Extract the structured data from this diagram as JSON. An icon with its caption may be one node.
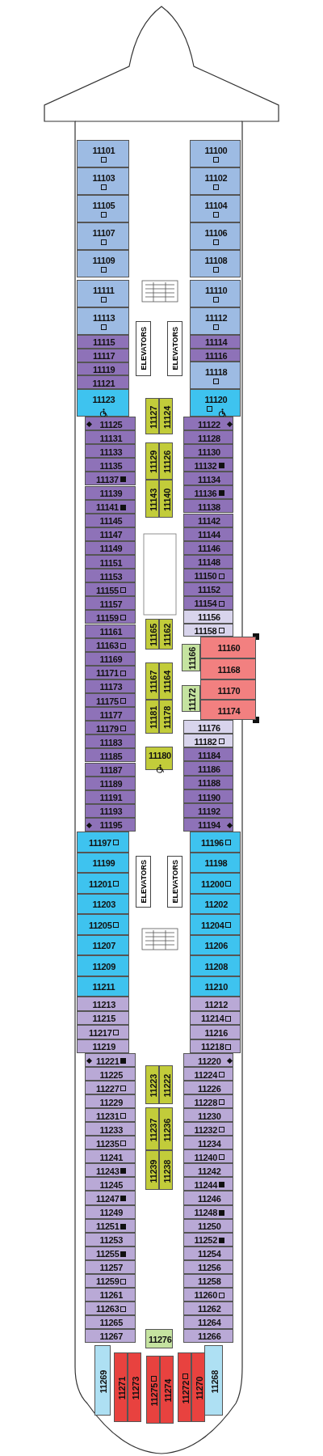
{
  "diagram": {
    "nodes": [
      {
        "text": [
          "11101"
        ]
      },
      {
        "text": [
          "11103"
        ]
      },
      {
        "text": [
          "11105"
        ]
      },
      {
        "text": [
          "11107"
        ]
      },
      {
        "text": [
          "11109"
        ]
      },
      {
        "text": [
          "11100"
        ]
      },
      {
        "text": [
          "11102"
        ]
      },
      {
        "text": [
          "11104"
        ]
      },
      {
        "text": [
          "11106"
        ]
      },
      {
        "text": [
          "11108"
        ]
      },
      {
        "text": [
          "11111"
        ]
      },
      {
        "text": [
          "11113"
        ]
      },
      {
        "text": [
          "11110"
        ]
      },
      {
        "text": [
          "11112"
        ]
      },
      {
        "text": [
          "11115"
        ]
      },
      {
        "text": [
          "11117"
        ]
      },
      {
        "text": [
          "11119"
        ]
      },
      {
        "text": [
          "11121"
        ]
      },
      {
        "text": [
          "11114"
        ]
      },
      {
        "text": [
          "11116"
        ]
      },
      {
        "text": [
          "11118"
        ]
      },
      {
        "text": [
          "11123"
        ]
      },
      {
        "text": [
          "11120"
        ]
      },
      {
        "text": [
          "11127"
        ]
      },
      {
        "text": [
          "11124"
        ]
      },
      {
        "text": [
          "11129"
        ]
      },
      {
        "text": [
          "11126"
        ]
      },
      {
        "text": [
          "11143"
        ]
      },
      {
        "text": [
          "11140"
        ]
      },
      {
        "text": [
          "11125"
        ]
      },
      {
        "text": [
          "11131"
        ]
      },
      {
        "text": [
          "11133"
        ]
      },
      {
        "text": [
          "11135"
        ]
      },
      {
        "text": [
          "11137"
        ]
      },
      {
        "text": [
          "11139"
        ]
      },
      {
        "text": [
          "11141"
        ]
      },
      {
        "text": [
          "11145"
        ]
      },
      {
        "text": [
          "11147"
        ]
      },
      {
        "text": [
          "11149"
        ]
      },
      {
        "text": [
          "11151"
        ]
      },
      {
        "text": [
          "11153"
        ]
      },
      {
        "text": [
          "11155"
        ]
      },
      {
        "text": [
          "11157"
        ]
      },
      {
        "text": [
          "11159"
        ]
      },
      {
        "text": [
          "11161"
        ]
      },
      {
        "text": [
          "11163"
        ]
      },
      {
        "text": [
          "11169"
        ]
      },
      {
        "text": [
          "11171"
        ]
      },
      {
        "text": [
          "11173"
        ]
      },
      {
        "text": [
          "11175"
        ]
      },
      {
        "text": [
          "11177"
        ]
      },
      {
        "text": [
          "11179"
        ]
      },
      {
        "text": [
          "11183"
        ]
      },
      {
        "text": [
          "11185"
        ]
      },
      {
        "text": [
          "11187"
        ]
      },
      {
        "text": [
          "11189"
        ]
      },
      {
        "text": [
          "11191"
        ]
      },
      {
        "text": [
          "11193"
        ]
      },
      {
        "text": [
          "11195"
        ]
      },
      {
        "text": [
          "11122"
        ]
      },
      {
        "text": [
          "11128"
        ]
      },
      {
        "text": [
          "11130"
        ]
      },
      {
        "text": [
          "11132"
        ]
      },
      {
        "text": [
          "11134"
        ]
      },
      {
        "text": [
          "11136"
        ]
      },
      {
        "text": [
          "11138"
        ]
      },
      {
        "text": [
          "11142"
        ]
      },
      {
        "text": [
          "11144"
        ]
      },
      {
        "text": [
          "11146"
        ]
      },
      {
        "text": [
          "11148"
        ]
      },
      {
        "text": [
          "11150"
        ]
      },
      {
        "text": [
          "11152"
        ]
      },
      {
        "text": [
          "11154"
        ]
      },
      {
        "text": [
          "11156"
        ]
      },
      {
        "text": [
          "11158"
        ]
      },
      {
        "text": [
          "11165"
        ]
      },
      {
        "text": [
          "11162"
        ]
      },
      {
        "text": [
          "11166"
        ]
      },
      {
        "text": [
          "11160"
        ]
      },
      {
        "text": [
          "11168"
        ]
      },
      {
        "text": [
          "11167"
        ]
      },
      {
        "text": [
          "11164"
        ]
      },
      {
        "text": [
          "11172"
        ]
      },
      {
        "text": [
          "11170"
        ]
      },
      {
        "text": [
          "11174"
        ]
      },
      {
        "text": [
          "11181"
        ]
      },
      {
        "text": [
          "11178"
        ]
      },
      {
        "text": [
          "11176"
        ]
      },
      {
        "text": [
          "11182"
        ]
      },
      {
        "text": [
          "11180"
        ]
      },
      {
        "text": [
          "11184"
        ]
      },
      {
        "text": [
          "11186"
        ]
      },
      {
        "text": [
          "11188"
        ]
      },
      {
        "text": [
          "11190"
        ]
      },
      {
        "text": [
          "11192"
        ]
      },
      {
        "text": [
          "11194"
        ]
      },
      {
        "text": [
          "11197"
        ]
      },
      {
        "text": [
          "11199"
        ]
      },
      {
        "text": [
          "11201"
        ]
      },
      {
        "text": [
          "11203"
        ]
      },
      {
        "text": [
          "11205"
        ]
      },
      {
        "text": [
          "11207"
        ]
      },
      {
        "text": [
          "11209"
        ]
      },
      {
        "text": [
          "11211"
        ]
      },
      {
        "text": [
          "11196"
        ]
      },
      {
        "text": [
          "11198"
        ]
      },
      {
        "text": [
          "11200"
        ]
      },
      {
        "text": [
          "11202"
        ]
      },
      {
        "text": [
          "11204"
        ]
      },
      {
        "text": [
          "11206"
        ]
      },
      {
        "text": [
          "11208"
        ]
      },
      {
        "text": [
          "11210"
        ]
      },
      {
        "text": [
          "11213"
        ]
      },
      {
        "text": [
          "11215"
        ]
      },
      {
        "text": [
          "11217"
        ]
      },
      {
        "text": [
          "11219"
        ]
      },
      {
        "text": [
          "11212"
        ]
      },
      {
        "text": [
          "11214"
        ]
      },
      {
        "text": [
          "11216"
        ]
      },
      {
        "text": [
          "11218"
        ]
      },
      {
        "text": [
          "11221"
        ]
      },
      {
        "text": [
          "11225"
        ]
      },
      {
        "text": [
          "11227"
        ]
      },
      {
        "text": [
          "11229"
        ]
      },
      {
        "text": [
          "11231"
        ]
      },
      {
        "text": [
          "11233"
        ]
      },
      {
        "text": [
          "11235"
        ]
      },
      {
        "text": [
          "11241"
        ]
      },
      {
        "text": [
          "11243"
        ]
      },
      {
        "text": [
          "11245"
        ]
      },
      {
        "text": [
          "11247"
        ]
      },
      {
        "text": [
          "11249"
        ]
      },
      {
        "text": [
          "11251"
        ]
      },
      {
        "text": [
          "11253"
        ]
      },
      {
        "text": [
          "11255"
        ]
      },
      {
        "text": [
          "11257"
        ]
      },
      {
        "text": [
          "11259"
        ]
      },
      {
        "text": [
          "11261"
        ]
      },
      {
        "text": [
          "11263"
        ]
      },
      {
        "text": [
          "11265"
        ]
      },
      {
        "text": [
          "11267"
        ]
      },
      {
        "text": [
          "11220"
        ]
      },
      {
        "text": [
          "11224"
        ]
      },
      {
        "text": [
          "11226"
        ]
      },
      {
        "text": [
          "11228"
        ]
      },
      {
        "text": [
          "11230"
        ]
      },
      {
        "text": [
          "11232"
        ]
      },
      {
        "text": [
          "11234"
        ]
      },
      {
        "text": [
          "11240"
        ]
      },
      {
        "text": [
          "11242"
        ]
      },
      {
        "text": [
          "11244"
        ]
      },
      {
        "text": [
          "11246"
        ]
      },
      {
        "text": [
          "11248"
        ]
      },
      {
        "text": [
          "11250"
        ]
      },
      {
        "text": [
          "11252"
        ]
      },
      {
        "text": [
          "11254"
        ]
      },
      {
        "text": [
          "11256"
        ]
      },
      {
        "text": [
          "11258"
        ]
      },
      {
        "text": [
          "11260"
        ]
      },
      {
        "text": [
          "11262"
        ]
      },
      {
        "text": [
          "11264"
        ]
      },
      {
        "text": [
          "11266"
        ]
      },
      {
        "text": [
          "11223"
        ]
      },
      {
        "text": [
          "11222"
        ]
      },
      {
        "text": [
          "11237"
        ]
      },
      {
        "text": [
          "11236"
        ]
      },
      {
        "text": [
          "11239"
        ]
      },
      {
        "text": [
          "11238"
        ]
      },
      {
        "text": [
          "11276"
        ]
      },
      {
        "text": [
          "11269"
        ]
      },
      {
        "text": [
          "11271"
        ]
      },
      {
        "text": [
          "11273"
        ]
      },
      {
        "text": [
          "11275"
        ]
      },
      {
        "text": [
          "11274"
        ]
      },
      {
        "text": [
          "11272"
        ]
      },
      {
        "text": [
          "11270"
        ]
      },
      {
        "text": [
          "11268"
        ]
      }
    ],
    "labels": [
      "ELEVATORS",
      "ELEVATORS",
      "ELEVATORS",
      "ELEVATORS"
    ]
  }
}
